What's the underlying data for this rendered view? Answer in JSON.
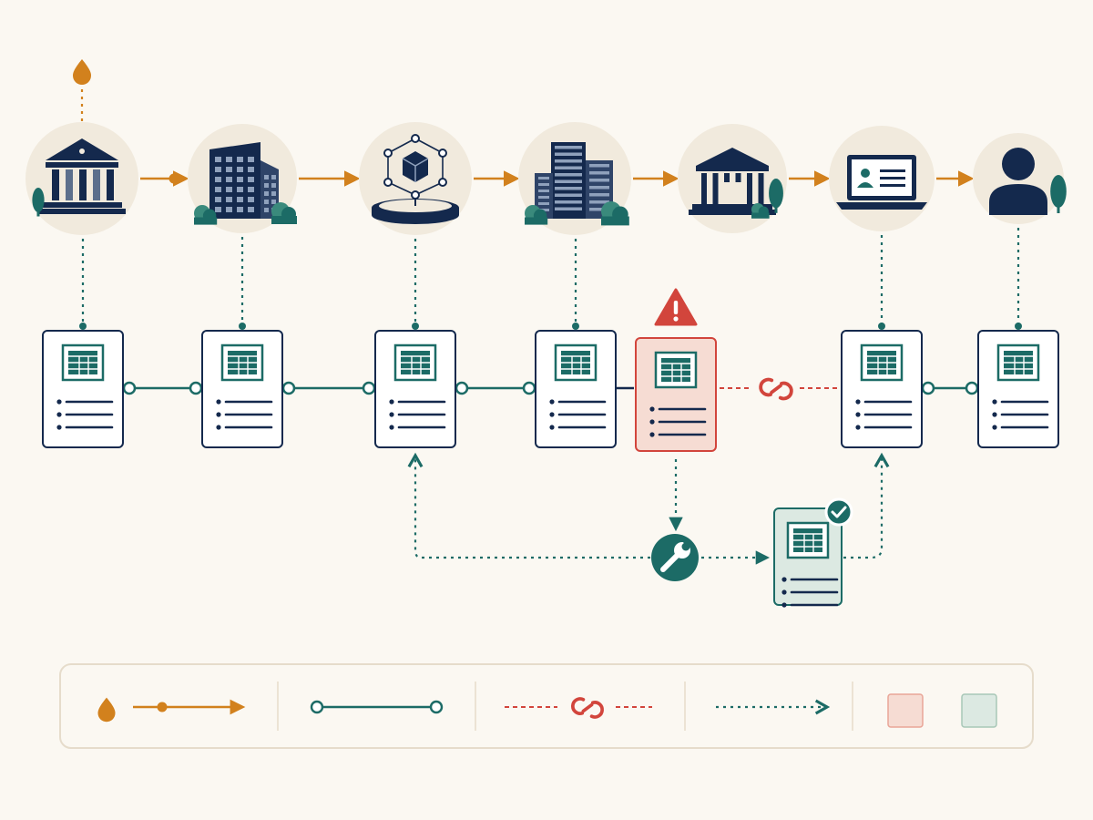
{
  "colors": {
    "background": "#FBF8F2",
    "node_circle": "#F1EADD",
    "navy": "#14294D",
    "teal": "#1C6B66",
    "teal_light": "#3A8A7C",
    "amber": "#D2811D",
    "red": "#D2453C",
    "red_fill": "#F6DCD3",
    "green_fill": "#DCE9E2",
    "doc_fill": "#FFFFFF",
    "legend_border": "#E6DCCB"
  },
  "diagram": {
    "source_icon": "water-drop-icon",
    "stages": [
      {
        "id": "stage-1",
        "icon": "bank-building-icon"
      },
      {
        "id": "stage-2",
        "icon": "office-building-icon"
      },
      {
        "id": "stage-3",
        "icon": "data-cube-network-icon"
      },
      {
        "id": "stage-4",
        "icon": "corporate-tower-icon"
      },
      {
        "id": "stage-5",
        "icon": "institution-building-icon"
      },
      {
        "id": "stage-6",
        "icon": "laptop-profile-icon"
      },
      {
        "id": "stage-7",
        "icon": "user-person-icon"
      }
    ],
    "records": [
      {
        "id": "record-1",
        "status": "normal"
      },
      {
        "id": "record-2",
        "status": "normal"
      },
      {
        "id": "record-3",
        "status": "normal"
      },
      {
        "id": "record-4",
        "status": "normal"
      },
      {
        "id": "record-5",
        "status": "error",
        "badge_icon": "warning-triangle-icon"
      },
      {
        "id": "record-6",
        "status": "normal"
      },
      {
        "id": "record-7",
        "status": "normal"
      }
    ],
    "remediation": {
      "tool_icon": "wrench-icon",
      "corrected_record": {
        "status": "verified",
        "badge_icon": "checkmark-icon"
      }
    }
  },
  "legend": {
    "items": [
      {
        "id": "data-flow",
        "icon": "water-drop-icon"
      },
      {
        "id": "record-link",
        "icon": "linked-line-icon"
      },
      {
        "id": "broken-link",
        "icon": "broken-chain-icon"
      },
      {
        "id": "remediation-path",
        "icon": "dotted-arrow-icon"
      },
      {
        "id": "error-swatch",
        "color": "#F6DCD3"
      },
      {
        "id": "corrected-swatch",
        "color": "#DCE9E2"
      }
    ]
  }
}
